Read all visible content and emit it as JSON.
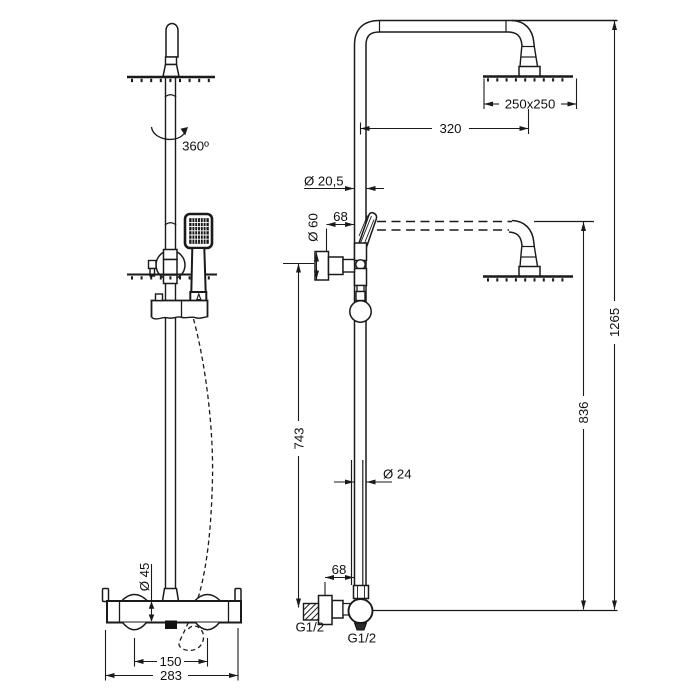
{
  "drawing": {
    "subject": "Thermostatic shower column – dimensional technical drawing, front and side views",
    "colors": {
      "line": "#1a1a1a",
      "background": "#ffffff",
      "fill_dark": "#161616"
    },
    "front": {
      "rotation": "360º",
      "valve_diameter": "Ø 45",
      "inlet_spacing": "150",
      "valve_width": "283"
    },
    "side": {
      "head_size": "250x250",
      "arm_reach": "320",
      "upper_pipe_diameter": "Ø 20,5",
      "wall_offset_top": "68",
      "wall_flange_diameter": "Ø 60",
      "riser_height": "743",
      "lower_pipe_diameter": "Ø 24",
      "wall_offset_bottom": "68",
      "wall_thread": "G1/2",
      "outlet_thread": "G1/2",
      "outlet_height": "836",
      "total_height": "1265"
    }
  }
}
